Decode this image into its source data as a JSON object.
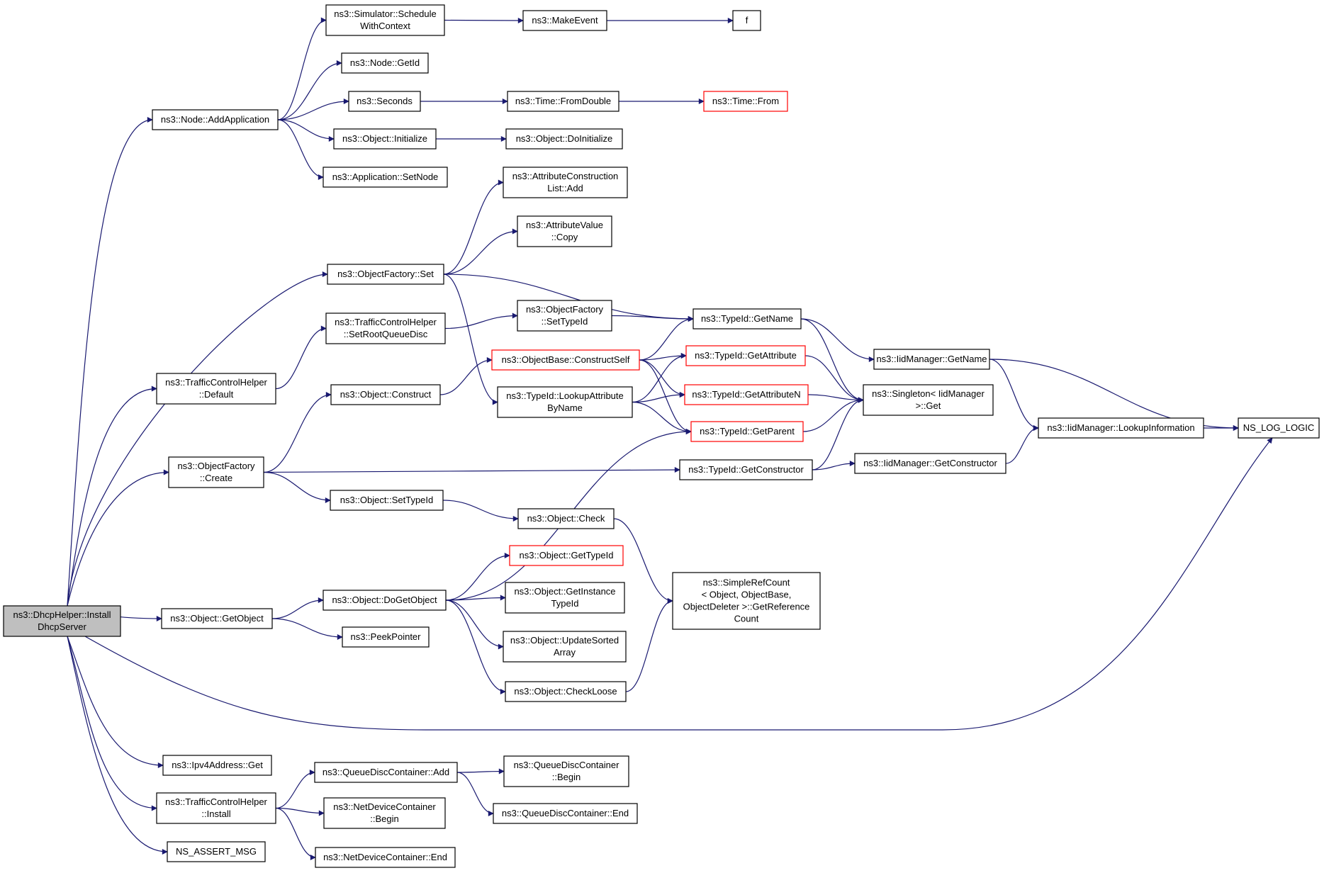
{
  "colors": {
    "edge": "#191970",
    "border_normal": "#000000",
    "border_truncated": "#ff0000",
    "fill_normal": "#ffffff",
    "fill_root": "#bfbfbf"
  },
  "nodes": [
    {
      "id": "root",
      "lines": [
        "ns3::DhcpHelper::Install",
        "DhcpServer"
      ],
      "style": "root"
    },
    {
      "id": "addApp",
      "lines": [
        "ns3::Node::AddApplication"
      ],
      "style": "normal"
    },
    {
      "id": "schedCtx",
      "lines": [
        "ns3::Simulator::Schedule",
        "WithContext"
      ],
      "style": "normal"
    },
    {
      "id": "makeEvent",
      "lines": [
        "ns3::MakeEvent"
      ],
      "style": "normal"
    },
    {
      "id": "f",
      "lines": [
        "f"
      ],
      "style": "normal"
    },
    {
      "id": "nodeGetId",
      "lines": [
        "ns3::Node::GetId"
      ],
      "style": "normal"
    },
    {
      "id": "seconds",
      "lines": [
        "ns3::Seconds"
      ],
      "style": "normal"
    },
    {
      "id": "fromDouble",
      "lines": [
        "ns3::Time::FromDouble"
      ],
      "style": "normal"
    },
    {
      "id": "timeFrom",
      "lines": [
        "ns3::Time::From"
      ],
      "style": "truncated"
    },
    {
      "id": "objInit",
      "lines": [
        "ns3::Object::Initialize"
      ],
      "style": "normal"
    },
    {
      "id": "doInit",
      "lines": [
        "ns3::Object::DoInitialize"
      ],
      "style": "normal"
    },
    {
      "id": "setNode",
      "lines": [
        "ns3::Application::SetNode"
      ],
      "style": "normal"
    },
    {
      "id": "attrAdd",
      "lines": [
        "ns3::AttributeConstruction",
        "List::Add"
      ],
      "style": "normal"
    },
    {
      "id": "attrCopy",
      "lines": [
        "ns3::AttributeValue",
        "::Copy"
      ],
      "style": "normal"
    },
    {
      "id": "ofSet",
      "lines": [
        "ns3::ObjectFactory::Set"
      ],
      "style": "normal"
    },
    {
      "id": "ofSetTypeId",
      "lines": [
        "ns3::ObjectFactory",
        "::SetTypeId"
      ],
      "style": "normal"
    },
    {
      "id": "tchSetRoot",
      "lines": [
        "ns3::TrafficControlHelper",
        "::SetRootQueueDisc"
      ],
      "style": "normal"
    },
    {
      "id": "tchDefault",
      "lines": [
        "ns3::TrafficControlHelper",
        "::Default"
      ],
      "style": "normal"
    },
    {
      "id": "tidGetName",
      "lines": [
        "ns3::TypeId::GetName"
      ],
      "style": "normal"
    },
    {
      "id": "obConstructSelf",
      "lines": [
        "ns3::ObjectBase::ConstructSelf"
      ],
      "style": "truncated"
    },
    {
      "id": "tidGetAttribute",
      "lines": [
        "ns3::TypeId::GetAttribute"
      ],
      "style": "truncated"
    },
    {
      "id": "iidGetName",
      "lines": [
        "ns3::IidManager::GetName"
      ],
      "style": "normal"
    },
    {
      "id": "objConstruct",
      "lines": [
        "ns3::Object::Construct"
      ],
      "style": "normal"
    },
    {
      "id": "tidLookupAttr",
      "lines": [
        "ns3::TypeId::LookupAttribute",
        "ByName"
      ],
      "style": "normal"
    },
    {
      "id": "tidGetAttributeN",
      "lines": [
        "ns3::TypeId::GetAttributeN"
      ],
      "style": "truncated"
    },
    {
      "id": "singletonGet",
      "lines": [
        "ns3::Singleton< IidManager",
        ">::Get"
      ],
      "style": "normal"
    },
    {
      "id": "tidGetParent",
      "lines": [
        "ns3::TypeId::GetParent"
      ],
      "style": "truncated"
    },
    {
      "id": "iidLookupInfo",
      "lines": [
        "ns3::IidManager::LookupInformation"
      ],
      "style": "normal"
    },
    {
      "id": "nsLogLogic",
      "lines": [
        "NS_LOG_LOGIC"
      ],
      "style": "normal"
    },
    {
      "id": "ofCreate",
      "lines": [
        "ns3::ObjectFactory",
        "::Create"
      ],
      "style": "normal"
    },
    {
      "id": "tidGetCtor",
      "lines": [
        "ns3::TypeId::GetConstructor"
      ],
      "style": "normal"
    },
    {
      "id": "iidGetCtor",
      "lines": [
        "ns3::IidManager::GetConstructor"
      ],
      "style": "normal"
    },
    {
      "id": "objSetTypeId",
      "lines": [
        "ns3::Object::SetTypeId"
      ],
      "style": "normal"
    },
    {
      "id": "objCheck",
      "lines": [
        "ns3::Object::Check"
      ],
      "style": "normal"
    },
    {
      "id": "objGetTypeId",
      "lines": [
        "ns3::Object::GetTypeId"
      ],
      "style": "truncated"
    },
    {
      "id": "srcGetRef",
      "lines": [
        "ns3::SimpleRefCount",
        "< Object, ObjectBase,",
        "ObjectDeleter >::GetReference",
        "Count"
      ],
      "style": "normal"
    },
    {
      "id": "objGetObject",
      "lines": [
        "ns3::Object::GetObject"
      ],
      "style": "normal"
    },
    {
      "id": "objDoGetObject",
      "lines": [
        "ns3::Object::DoGetObject"
      ],
      "style": "normal"
    },
    {
      "id": "objGetInstTid",
      "lines": [
        "ns3::Object::GetInstance",
        "TypeId"
      ],
      "style": "normal"
    },
    {
      "id": "peekPointer",
      "lines": [
        "ns3::PeekPointer"
      ],
      "style": "normal"
    },
    {
      "id": "objUpdSorted",
      "lines": [
        "ns3::Object::UpdateSorted",
        "Array"
      ],
      "style": "normal"
    },
    {
      "id": "objCheckLoose",
      "lines": [
        "ns3::Object::CheckLoose"
      ],
      "style": "normal"
    },
    {
      "id": "ipv4Get",
      "lines": [
        "ns3::Ipv4Address::Get"
      ],
      "style": "normal"
    },
    {
      "id": "qdcAdd",
      "lines": [
        "ns3::QueueDiscContainer::Add"
      ],
      "style": "normal"
    },
    {
      "id": "qdcBegin",
      "lines": [
        "ns3::QueueDiscContainer",
        "::Begin"
      ],
      "style": "normal"
    },
    {
      "id": "tchInstall",
      "lines": [
        "ns3::TrafficControlHelper",
        "::Install"
      ],
      "style": "normal"
    },
    {
      "id": "qdcEnd",
      "lines": [
        "ns3::QueueDiscContainer::End"
      ],
      "style": "normal"
    },
    {
      "id": "ndcBegin",
      "lines": [
        "ns3::NetDeviceContainer",
        "::Begin"
      ],
      "style": "normal"
    },
    {
      "id": "nsAssertMsg",
      "lines": [
        "NS_ASSERT_MSG"
      ],
      "style": "normal"
    },
    {
      "id": "ndcEnd",
      "lines": [
        "ns3::NetDeviceContainer::End"
      ],
      "style": "normal"
    }
  ],
  "edges": [
    [
      "root",
      "addApp"
    ],
    [
      "root",
      "ofSet"
    ],
    [
      "root",
      "tchDefault"
    ],
    [
      "root",
      "ofCreate"
    ],
    [
      "root",
      "objGetObject"
    ],
    [
      "root",
      "nsLogLogic"
    ],
    [
      "root",
      "ipv4Get"
    ],
    [
      "root",
      "tchInstall"
    ],
    [
      "root",
      "nsAssertMsg"
    ],
    [
      "addApp",
      "schedCtx"
    ],
    [
      "addApp",
      "nodeGetId"
    ],
    [
      "addApp",
      "seconds"
    ],
    [
      "addApp",
      "objInit"
    ],
    [
      "addApp",
      "setNode"
    ],
    [
      "schedCtx",
      "makeEvent"
    ],
    [
      "makeEvent",
      "f"
    ],
    [
      "seconds",
      "fromDouble"
    ],
    [
      "fromDouble",
      "timeFrom"
    ],
    [
      "objInit",
      "doInit"
    ],
    [
      "ofSet",
      "attrAdd"
    ],
    [
      "ofSet",
      "attrCopy"
    ],
    [
      "ofSet",
      "tidGetName"
    ],
    [
      "ofSet",
      "tidLookupAttr"
    ],
    [
      "tchDefault",
      "tchSetRoot"
    ],
    [
      "tchSetRoot",
      "ofSetTypeId"
    ],
    [
      "ofSetTypeId",
      "tidGetName"
    ],
    [
      "tidGetName",
      "iidGetName"
    ],
    [
      "tidGetName",
      "singletonGet"
    ],
    [
      "iidGetName",
      "iidLookupInfo"
    ],
    [
      "iidGetName",
      "nsLogLogic"
    ],
    [
      "iidLookupInfo",
      "nsLogLogic"
    ],
    [
      "objConstruct",
      "obConstructSelf"
    ],
    [
      "obConstructSelf",
      "tidGetName"
    ],
    [
      "obConstructSelf",
      "tidGetAttribute"
    ],
    [
      "obConstructSelf",
      "tidGetAttributeN"
    ],
    [
      "obConstructSelf",
      "tidGetParent"
    ],
    [
      "tidLookupAttr",
      "tidGetAttribute"
    ],
    [
      "tidLookupAttr",
      "tidGetAttributeN"
    ],
    [
      "tidLookupAttr",
      "tidGetParent"
    ],
    [
      "tidGetAttribute",
      "singletonGet"
    ],
    [
      "tidGetAttributeN",
      "singletonGet"
    ],
    [
      "tidGetParent",
      "singletonGet"
    ],
    [
      "ofCreate",
      "objConstruct"
    ],
    [
      "ofCreate",
      "tidGetCtor"
    ],
    [
      "ofCreate",
      "objSetTypeId"
    ],
    [
      "tidGetCtor",
      "singletonGet"
    ],
    [
      "tidGetCtor",
      "iidGetCtor"
    ],
    [
      "iidGetCtor",
      "iidLookupInfo"
    ],
    [
      "objSetTypeId",
      "objCheck"
    ],
    [
      "objCheck",
      "srcGetRef"
    ],
    [
      "objGetObject",
      "objDoGetObject"
    ],
    [
      "objGetObject",
      "peekPointer"
    ],
    [
      "objDoGetObject",
      "tidGetParent"
    ],
    [
      "objDoGetObject",
      "objGetTypeId"
    ],
    [
      "objDoGetObject",
      "objGetInstTid"
    ],
    [
      "objDoGetObject",
      "objUpdSorted"
    ],
    [
      "objDoGetObject",
      "objCheckLoose"
    ],
    [
      "objCheckLoose",
      "srcGetRef"
    ],
    [
      "tchInstall",
      "qdcAdd"
    ],
    [
      "tchInstall",
      "ndcBegin"
    ],
    [
      "tchInstall",
      "ndcEnd"
    ],
    [
      "qdcAdd",
      "qdcBegin"
    ],
    [
      "qdcAdd",
      "qdcEnd"
    ]
  ]
}
